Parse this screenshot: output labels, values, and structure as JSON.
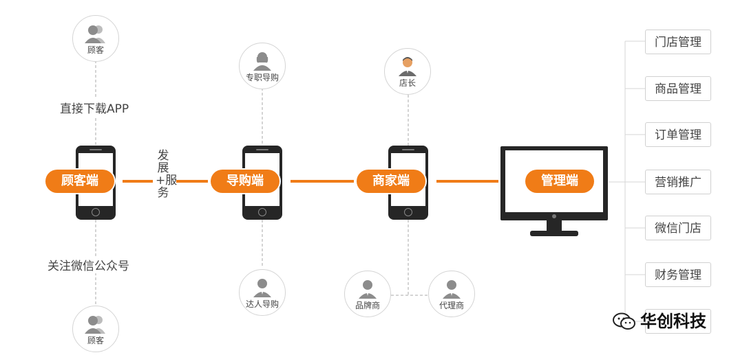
{
  "avatars": {
    "customer_top": "顾客",
    "customer_bottom": "顾客",
    "dedicated_guide": "专职导购",
    "expert_guide": "达人导购",
    "store_manager": "店长",
    "brand": "品牌商",
    "agent": "代理商"
  },
  "channels": {
    "download_app": "直接下载APP",
    "follow_wechat": "关注微信公众号",
    "develop_service": "发展+服务"
  },
  "nodes": {
    "customer": "顾客端",
    "guide": "导购端",
    "merchant": "商家端",
    "admin": "管理端"
  },
  "modules": [
    "门店管理",
    "商品管理",
    "订单管理",
    "营销推广",
    "微信门店",
    "财务管理"
  ],
  "watermark": "华创科技",
  "colors": {
    "accent": "#f07c17",
    "device": "#262626"
  }
}
